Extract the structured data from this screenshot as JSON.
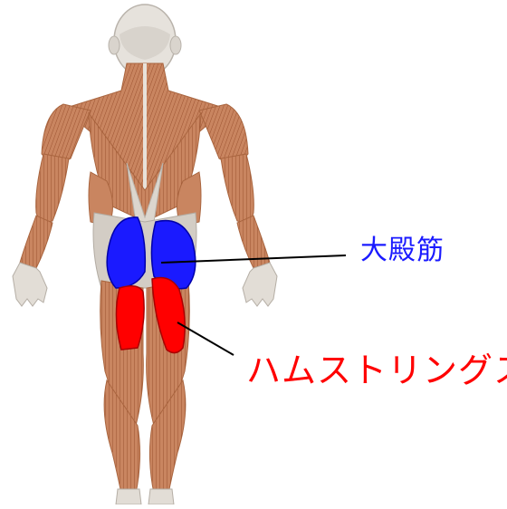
{
  "labels": {
    "gluteus": "大殿筋",
    "hamstrings": "ハムストリングス"
  },
  "colors": {
    "gluteus": "#1a1aff",
    "hamstrings": "#ff0000",
    "muscle": "#c97f5a",
    "muscle_dark": "#a95c3a",
    "tendon": "#d9d6d2",
    "bone": "#ece9e4",
    "leader_line": "#000000"
  },
  "figure": {
    "view": "posterior",
    "highlighted_regions": [
      "gluteus",
      "hamstrings"
    ]
  }
}
